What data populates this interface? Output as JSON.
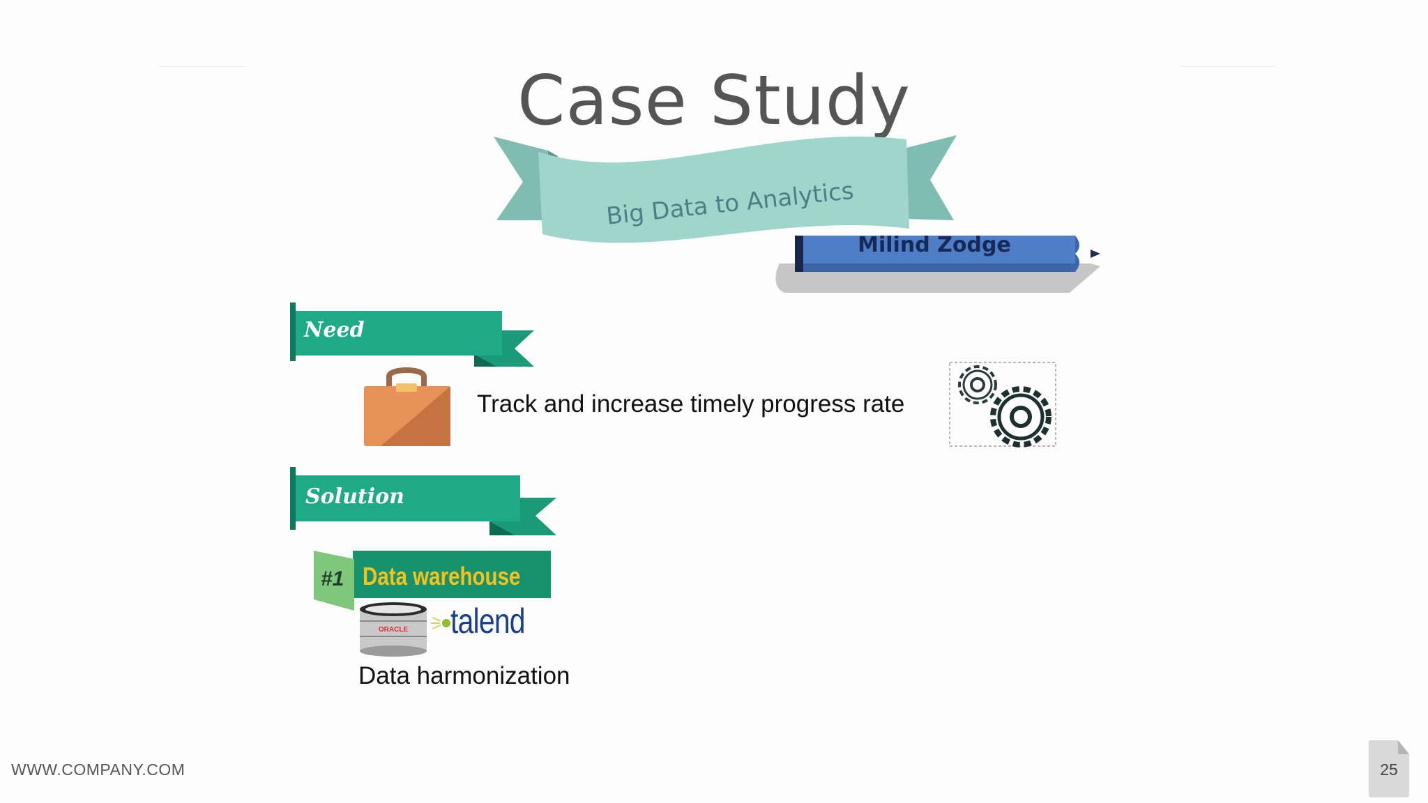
{
  "slide": {
    "title": "Case Study",
    "subtitle": "Big Data to Analytics",
    "presenter": "Milind Zodge",
    "page_number": "25"
  },
  "need": {
    "label": "Need",
    "description": "Track and increase timely progress rate",
    "icon": "briefcase-icon",
    "side_icon": "gears-icon"
  },
  "solution": {
    "label": "Solution",
    "item_number": "#1",
    "item_title": "Data warehouse",
    "tools": [
      "oracle-database-icon",
      "talend"
    ],
    "talend_logo_text": "talend",
    "oracle_label": "ORACLE",
    "description": "Data harmonization"
  },
  "footer": {
    "url": "WWW.COMPANY.COM"
  },
  "colors": {
    "ribbon_teal": "#9fd6cc",
    "tag_green": "#1eaa86",
    "tag_dark": "#0e7a5d",
    "name_bar": "#4f7ec7",
    "briefcase": "#e8925a",
    "dw_gold": "#f6c21b"
  }
}
